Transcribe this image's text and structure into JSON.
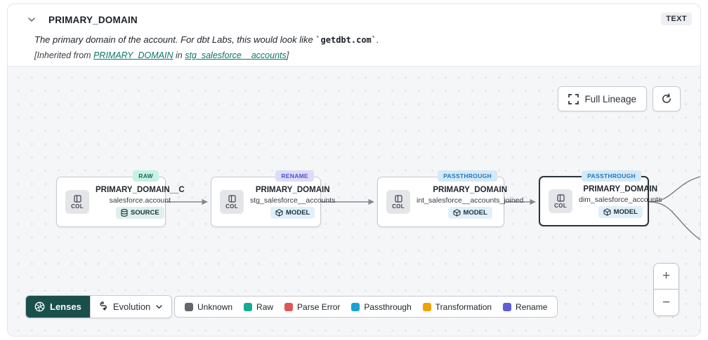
{
  "header": {
    "title": "PRIMARY_DOMAIN",
    "type_badge": "TEXT",
    "description_prefix": "The primary domain of the account. For dbt Labs, this would look like ",
    "description_code": "`getdbt.com`",
    "description_suffix": ".",
    "inherited_prefix": "[Inherited from ",
    "inherited_link_column": "PRIMARY_DOMAIN",
    "inherited_mid": " in ",
    "inherited_link_model": "stg_salesforce__accounts",
    "inherited_suffix": "]",
    "link_color": "#0b7569"
  },
  "canvas": {
    "full_lineage_label": "Full Lineage",
    "col_label": "COL",
    "nodes": [
      {
        "title": "PRIMARY_DOMAIN__C",
        "subtitle": "salesforce.account",
        "kind": "SOURCE",
        "kind_bg": "#ddf0ee",
        "tag": "RAW",
        "tag_bg": "#c7f2e2",
        "tag_color": "#156a5d",
        "selected": false
      },
      {
        "title": "PRIMARY_DOMAIN",
        "subtitle": "stg_salesforce__accounts",
        "kind": "MODEL",
        "kind_bg": "#e0f0fb",
        "tag": "RENAME",
        "tag_bg": "#dcdcf9",
        "tag_color": "#4d51cc",
        "selected": false
      },
      {
        "title": "PRIMARY_DOMAIN",
        "subtitle": "int_salesforce__accounts_joined",
        "kind": "MODEL",
        "kind_bg": "#e0f0fb",
        "tag": "PASSTHROUGH",
        "tag_bg": "#d3e9f7",
        "tag_color": "#2277b8",
        "selected": false
      },
      {
        "title": "PRIMARY_DOMAIN",
        "subtitle": "dim_salesforce_accounts",
        "kind": "MODEL",
        "kind_bg": "#e0f0fb",
        "tag": "PASSTHROUGH",
        "tag_bg": "#d3e9f7",
        "tag_color": "#2277b8",
        "selected": true
      }
    ]
  },
  "toolbar": {
    "lenses_label": "Lenses",
    "lenses_bg": "#1b4f4c",
    "lens_selected": "Evolution"
  },
  "legend": [
    {
      "label": "Unknown",
      "color": "#63666a"
    },
    {
      "label": "Raw",
      "color": "#12ab97"
    },
    {
      "label": "Parse Error",
      "color": "#e25555"
    },
    {
      "label": "Passthrough",
      "color": "#18a0d7"
    },
    {
      "label": "Transformation",
      "color": "#f2a105"
    },
    {
      "label": "Rename",
      "color": "#5f5dd8"
    }
  ],
  "zoom": {
    "zoom_in": "+",
    "zoom_out": "−"
  }
}
